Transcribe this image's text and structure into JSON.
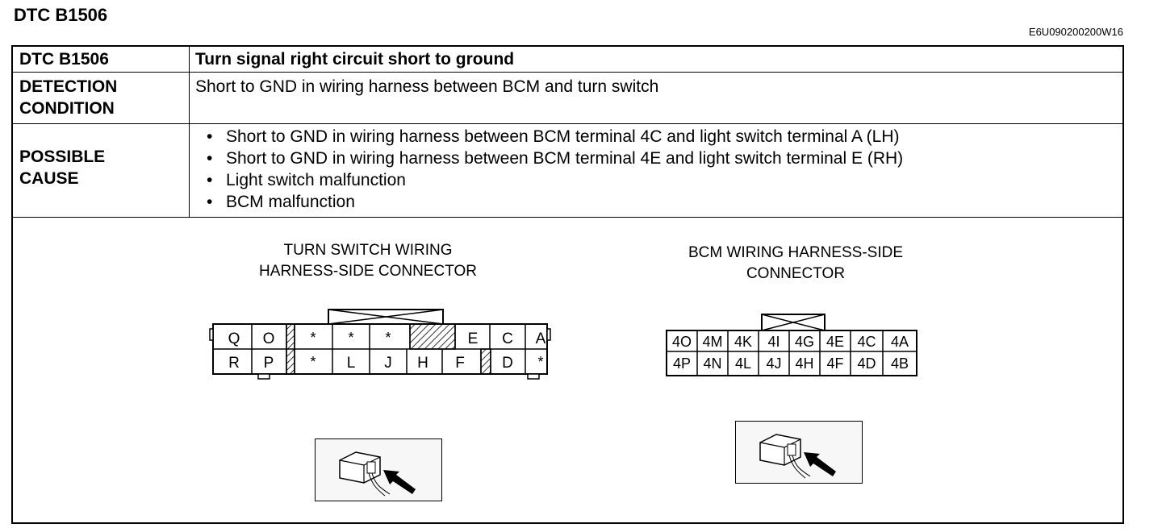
{
  "page": {
    "title": "DTC B1506",
    "doc_code": "E6U090200200W16"
  },
  "table": {
    "rows": [
      {
        "label": "DTC B1506",
        "value": "Turn signal right circuit short to ground"
      },
      {
        "label_lines": [
          "DETECTION",
          "CONDITION"
        ],
        "value": "Short to GND in wiring harness between BCM and turn switch"
      },
      {
        "label_lines": [
          "POSSIBLE",
          "CAUSE"
        ],
        "bullet": "•",
        "items": [
          "Short to GND in wiring harness between BCM terminal 4C and light switch terminal A (LH)",
          "Short to GND in wiring harness between BCM terminal 4E and light switch terminal E (RH)",
          "Light switch malfunction",
          "BCM malfunction"
        ]
      }
    ]
  },
  "turn_switch_connector": {
    "title_lines": [
      "TURN SWITCH WIRING",
      "HARNESS-SIDE CONNECTOR"
    ],
    "top_row": [
      "Q",
      "O",
      "*",
      "*",
      "*",
      "E",
      "C",
      "A"
    ],
    "bottom_row": [
      "R",
      "P",
      "*",
      "L",
      "J",
      "H",
      "F",
      "D",
      "*"
    ]
  },
  "bcm_connector": {
    "title_lines": [
      "BCM WIRING HARNESS-SIDE",
      "CONNECTOR"
    ],
    "top_row": [
      "4O",
      "4M",
      "4K",
      "4I",
      "4G",
      "4E",
      "4C",
      "4A"
    ],
    "bottom_row": [
      "4P",
      "4N",
      "4L",
      "4J",
      "4H",
      "4F",
      "4D",
      "4B"
    ]
  },
  "icons": {
    "ts_view": "connector-front-view-arrow-icon",
    "bcm_view": "connector-front-view-arrow-icon"
  }
}
